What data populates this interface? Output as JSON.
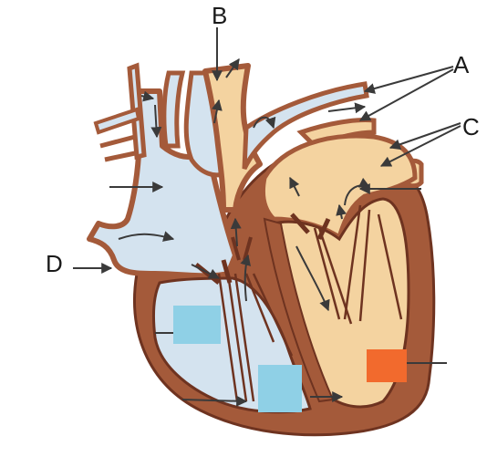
{
  "labels": {
    "a": "A",
    "b": "B",
    "c": "C",
    "d": "D"
  },
  "colors": {
    "deoxygenated_blood": "#d4e3ef",
    "oxygenated_blood": "#f4d3a0",
    "heart_wall": "#a45a3a",
    "wall_outline": "#6e3320",
    "label_box_blue": "#8fd0e6",
    "label_box_orange": "#f26a2d",
    "arrow": "#3a3a3a"
  }
}
